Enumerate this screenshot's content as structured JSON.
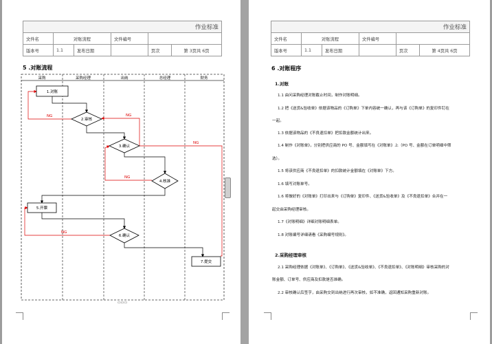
{
  "header": {
    "standard": "作业标准",
    "file_name_label": "文件名",
    "file_name": "对账流程",
    "file_no_label": "文件编号",
    "version_label": "版本号",
    "version": "1.1",
    "date_label": "发布日期",
    "page_label": "页次"
  },
  "left_page": {
    "page_info": "第 3页共 6页",
    "section_title": "5 .对账流程",
    "flow": {
      "lanes": [
        "采购",
        "采购经理",
        "出纳",
        "总经理",
        "财务"
      ],
      "nodes": {
        "n1": "1.对账",
        "n2": "2.审核",
        "n3": "3.确认",
        "n4": "4.核准",
        "n5": "5.开票",
        "n6": "6.确认",
        "n7": "7.提交"
      },
      "ng": "NG",
      "footer": "▭▭▭"
    }
  },
  "right_page": {
    "page_info": "第 4页共 6页",
    "section_title": "6 .对账程序",
    "lines": [
      {
        "text": "1.对账",
        "bold": true
      },
      {
        "text": "1.1 由问采购经理对账截止时间，制作对账明细。",
        "bold": false
      },
      {
        "text": "1.2 把《送货&验收单》依据该物品的《订购单》下单内容统一确认，再与该《订购单》的复印件钉在",
        "bold": false
      },
      {
        "text": "一起。",
        "bold": false
      },
      {
        "text": "1.3 依据该物品的《不良退扣单》把扣款金额统计出来。",
        "bold": false
      },
      {
        "text": "1.4 制作《对账单》，分别把供应商的 PO 号、金额填写在《对账单》上（PO 号、金额在订单明细中筛",
        "bold": false
      },
      {
        "text": "选）。",
        "bold": false
      },
      {
        "text": "1.5 将该供应商《不良退扣单》的扣款统计金额填在《对账单》下方。",
        "bold": false
      },
      {
        "text": "1.6 填写对账单号。",
        "bold": false
      },
      {
        "text": "1.6 将做好的《对账单》打印出来与《订购单》复印件、《送货&验收单》及《不良退扣单》合并在一",
        "bold": false
      },
      {
        "text": "起交由采购经理审核。",
        "bold": false
      },
      {
        "text": "1.7《对账明细》详细对账明细表单。",
        "bold": false
      },
      {
        "text": "1.8  对账编号详细请看《采购编号规则》。",
        "bold": false
      },
      {
        "text": "2.采购经理审核",
        "bold": true
      },
      {
        "text": "2.1 采购经理依据《对账单》、《订购单》、《送货&验收单》、《不良退扣单》、《对账明细》审核采购的对",
        "bold": false
      },
      {
        "text": "账金额、订单号、供应商及扣款是否准确。",
        "bold": false
      },
      {
        "text": "2.2 审核确认后签字，由采购交到出纳进行再次审核，如不准确，返回通知采购重新对账。",
        "bold": false
      }
    ]
  }
}
